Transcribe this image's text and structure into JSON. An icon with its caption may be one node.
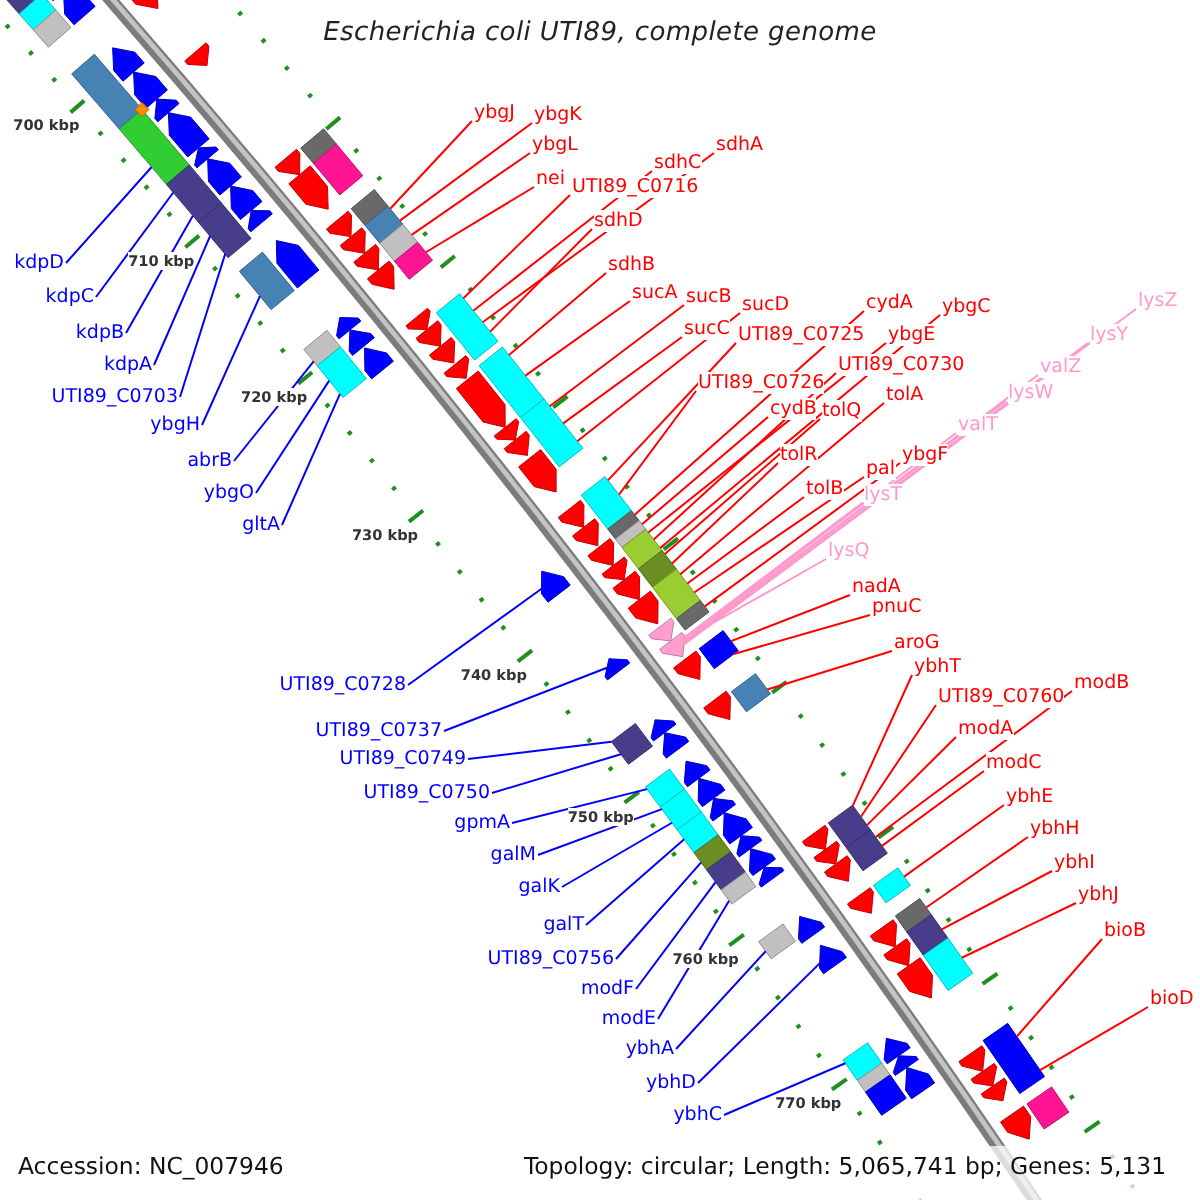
{
  "diagram": {
    "title": "Escherichia coli UTI89, complete genome",
    "nodes": [
      {
        "text": [
          "kdpD"
        ]
      },
      {
        "text": [
          "kdpC"
        ]
      },
      {
        "text": [
          "kdpB"
        ]
      },
      {
        "text": [
          "kdpA"
        ]
      },
      {
        "text": [
          "UTI89_C0703"
        ]
      },
      {
        "text": [
          "ybgH"
        ]
      },
      {
        "text": [
          "abrB"
        ]
      },
      {
        "text": [
          "ybgO"
        ]
      },
      {
        "text": [
          "gltA"
        ]
      },
      {
        "text": [
          "ybgJ"
        ]
      },
      {
        "text": [
          "ybgK"
        ]
      },
      {
        "text": [
          "ybgL"
        ]
      },
      {
        "text": [
          "nei"
        ]
      },
      {
        "text": [
          "UTI89_C0716"
        ]
      },
      {
        "text": [
          "sdhC"
        ]
      },
      {
        "text": [
          "sdhA"
        ]
      },
      {
        "text": [
          "sdhD"
        ]
      },
      {
        "text": [
          "sdhB"
        ]
      },
      {
        "text": [
          "sucA"
        ]
      },
      {
        "text": [
          "sucB"
        ]
      },
      {
        "text": [
          "sucC"
        ]
      },
      {
        "text": [
          "sucD"
        ]
      },
      {
        "text": [
          "UTI89_C0725"
        ]
      },
      {
        "text": [
          "cydA"
        ]
      },
      {
        "text": [
          "ybgC"
        ]
      },
      {
        "text": [
          "ybgE"
        ]
      },
      {
        "text": [
          "UTI89_C0726"
        ]
      },
      {
        "text": [
          "UTI89_C0730"
        ]
      },
      {
        "text": [
          "cydB"
        ]
      },
      {
        "text": [
          "tolQ"
        ]
      },
      {
        "text": [
          "tolA"
        ]
      },
      {
        "text": [
          "tolR"
        ]
      },
      {
        "text": [
          "ybgF"
        ]
      },
      {
        "text": [
          "pal"
        ]
      },
      {
        "text": [
          "tolB"
        ]
      },
      {
        "text": [
          "lysT"
        ]
      },
      {
        "text": [
          "valT"
        ]
      },
      {
        "text": [
          "lysW"
        ]
      },
      {
        "text": [
          "valZ"
        ]
      },
      {
        "text": [
          "lysY"
        ]
      },
      {
        "text": [
          "lysZ"
        ]
      },
      {
        "text": [
          "lysQ"
        ]
      },
      {
        "text": [
          "nadA"
        ]
      },
      {
        "text": [
          "pnuC"
        ]
      },
      {
        "text": [
          "aroG"
        ]
      },
      {
        "text": [
          "ybhT"
        ]
      },
      {
        "text": [
          "UTI89_C0760"
        ]
      },
      {
        "text": [
          "modB"
        ]
      },
      {
        "text": [
          "modA"
        ]
      },
      {
        "text": [
          "modC"
        ]
      },
      {
        "text": [
          "ybhE"
        ]
      },
      {
        "text": [
          "ybhH"
        ]
      },
      {
        "text": [
          "ybhI"
        ]
      },
      {
        "text": [
          "ybhJ"
        ]
      },
      {
        "text": [
          "bioB"
        ]
      },
      {
        "text": [
          "bioD"
        ]
      },
      {
        "text": [
          "UTI89_C0728"
        ]
      },
      {
        "text": [
          "UTI89_C0737"
        ]
      },
      {
        "text": [
          "UTI89_C0749"
        ]
      },
      {
        "text": [
          "UTI89_C0750"
        ]
      },
      {
        "text": [
          "gpmA"
        ]
      },
      {
        "text": [
          "galM"
        ]
      },
      {
        "text": [
          "galK"
        ]
      },
      {
        "text": [
          "galT"
        ]
      },
      {
        "text": [
          "UTI89_C0756"
        ]
      },
      {
        "text": [
          "modF"
        ]
      },
      {
        "text": [
          "modE"
        ]
      },
      {
        "text": [
          "ybhA"
        ]
      },
      {
        "text": [
          "ybhD"
        ]
      },
      {
        "text": [
          "ybhC"
        ]
      },
      {
        "text": [],
        "shape": "box"
      },
      {
        "text": [],
        "shape": "arrow"
      },
      {
        "text": [],
        "shape": "box"
      },
      {
        "text": [],
        "shape": "arrow"
      },
      {
        "text": [],
        "shape": "box"
      },
      {
        "text": [],
        "shape": "arrow"
      },
      {
        "text": [],
        "shape": "box"
      },
      {
        "text": [],
        "shape": "arrow"
      },
      {
        "text": [],
        "shape": "arrow"
      },
      {
        "text": [],
        "shape": "arrow"
      },
      {
        "text": [],
        "shape": "box"
      },
      {
        "text": [],
        "shape": "diamond"
      },
      {
        "text": [],
        "shape": "arrow"
      },
      {
        "text": [],
        "shape": "arrow"
      },
      {
        "text": [],
        "shape": "arrow"
      },
      {
        "text": [],
        "shape": "box"
      },
      {
        "text": [],
        "shape": "arrow"
      },
      {
        "text": [],
        "shape": "arrow"
      },
      {
        "text": [],
        "shape": "box"
      },
      {
        "text": [],
        "shape": "arrow"
      },
      {
        "text": [],
        "shape": "box"
      },
      {
        "text": [],
        "shape": "arrow"
      },
      {
        "text": [],
        "shape": "arrow"
      },
      {
        "text": [],
        "shape": "box"
      },
      {
        "text": [],
        "shape": "arrow"
      },
      {
        "text": [],
        "shape": "box"
      },
      {
        "text": [],
        "shape": "arrow"
      },
      {
        "text": [],
        "shape": "box"
      },
      {
        "text": [],
        "shape": "arrow"
      },
      {
        "text": [],
        "shape": "box"
      },
      {
        "text": [],
        "shape": "arrow"
      },
      {
        "text": [],
        "shape": "box"
      },
      {
        "text": [],
        "shape": "arrow"
      },
      {
        "text": [],
        "shape": "box"
      },
      {
        "text": [],
        "shape": "arrow"
      },
      {
        "text": [],
        "shape": "box"
      },
      {
        "text": [],
        "shape": "arrow"
      },
      {
        "text": [],
        "shape": "box"
      },
      {
        "text": [],
        "shape": "arrow"
      },
      {
        "text": [],
        "shape": "arrow"
      },
      {
        "text": [],
        "shape": "box"
      },
      {
        "text": [],
        "shape": "arrow"
      },
      {
        "text": [],
        "shape": "arrow"
      },
      {
        "text": [],
        "shape": "arrow"
      },
      {
        "text": [],
        "shape": "box"
      },
      {
        "text": [],
        "shape": "arrow"
      },
      {
        "text": [],
        "shape": "arrow"
      },
      {
        "text": [],
        "shape": "box"
      },
      {
        "text": [],
        "shape": "arrow"
      },
      {
        "text": [],
        "shape": "arrow"
      },
      {
        "text": [],
        "shape": "box"
      },
      {
        "text": [],
        "shape": "arrow"
      },
      {
        "text": [],
        "shape": "arrow"
      },
      {
        "text": [],
        "shape": "arrow"
      },
      {
        "text": [],
        "shape": "box"
      },
      {
        "text": [],
        "shape": "arrow"
      },
      {
        "text": [],
        "shape": "box"
      },
      {
        "text": [],
        "shape": "box"
      },
      {
        "text": [],
        "shape": "arrow"
      },
      {
        "text": [],
        "shape": "arrow"
      },
      {
        "text": [],
        "shape": "box"
      },
      {
        "text": [],
        "shape": "box"
      },
      {
        "text": [],
        "shape": "arrow"
      },
      {
        "text": [],
        "shape": "arrow"
      },
      {
        "text": [],
        "shape": "box"
      },
      {
        "text": [],
        "shape": "arrow"
      },
      {
        "text": [],
        "shape": "arrow"
      },
      {
        "text": [],
        "shape": "arrow"
      },
      {
        "text": [],
        "shape": "box"
      },
      {
        "text": [],
        "shape": "box"
      },
      {
        "text": [],
        "shape": "arrow"
      },
      {
        "text": [],
        "shape": "arrow"
      },
      {
        "text": [],
        "shape": "arrow"
      },
      {
        "text": [],
        "shape": "box"
      },
      {
        "text": [],
        "shape": "box"
      },
      {
        "text": [],
        "shape": "arrow"
      },
      {
        "text": [],
        "shape": "box"
      },
      {
        "text": [],
        "shape": "arrow"
      },
      {
        "text": [],
        "shape": "arrow"
      },
      {
        "text": [],
        "shape": "box"
      },
      {
        "text": [],
        "shape": "arrow"
      },
      {
        "text": [],
        "shape": "box"
      },
      {
        "text": [],
        "shape": "arrow"
      },
      {
        "text": [],
        "shape": "box"
      },
      {
        "text": [],
        "shape": "arrow"
      },
      {
        "text": [],
        "shape": "box"
      },
      {
        "text": [],
        "shape": "arrow"
      },
      {
        "text": [],
        "shape": "arrow"
      },
      {
        "text": [],
        "shape": "box"
      },
      {
        "text": [],
        "shape": "arrow"
      },
      {
        "text": [],
        "shape": "box"
      },
      {
        "text": [],
        "shape": "arrow"
      },
      {
        "text": [],
        "shape": "box"
      },
      {
        "text": [],
        "shape": "arrow"
      },
      {
        "text": [],
        "shape": "arrow"
      },
      {
        "text": [],
        "shape": "box"
      },
      {
        "text": [],
        "shape": "arrow"
      },
      {
        "text": [],
        "shape": "box"
      },
      {
        "text": [],
        "shape": "arrow"
      },
      {
        "text": [],
        "shape": "box"
      },
      {
        "text": [],
        "shape": "arrow"
      },
      {
        "text": [],
        "shape": "arrow"
      },
      {
        "text": [],
        "shape": "box"
      },
      {
        "text": [],
        "shape": "box"
      },
      {
        "text": [],
        "shape": "arrow"
      },
      {
        "text": [],
        "shape": "box"
      },
      {
        "text": [],
        "shape": "arrow"
      },
      {
        "text": [],
        "shape": "box"
      },
      {
        "text": [],
        "shape": "arrow"
      },
      {
        "text": [],
        "shape": "box"
      },
      {
        "text": [],
        "shape": "arrow"
      },
      {
        "text": [],
        "shape": "arrow"
      },
      {
        "text": [],
        "shape": "box"
      },
      {
        "text": [],
        "shape": "arrow"
      },
      {
        "text": [],
        "shape": "arrow"
      },
      {
        "text": [],
        "shape": "box"
      }
    ],
    "edges": [
      {
        "from": 0,
        "to": 80,
        "arrow": "none",
        "color": "#0000ff"
      },
      {
        "from": 1,
        "to": 85,
        "arrow": "none",
        "color": "#0000ff"
      },
      {
        "from": 2,
        "to": 85,
        "arrow": "none",
        "color": "#0000ff"
      },
      {
        "from": 3,
        "to": 88,
        "arrow": "none",
        "color": "#0000ff"
      },
      {
        "from": 4,
        "to": 88,
        "arrow": "none",
        "color": "#0000ff"
      },
      {
        "from": 5,
        "to": 95,
        "arrow": "none",
        "color": "#0000ff"
      },
      {
        "from": 6,
        "to": 105,
        "arrow": "none",
        "color": "#0000ff"
      },
      {
        "from": 7,
        "to": 107,
        "arrow": "none",
        "color": "#0000ff"
      },
      {
        "from": 8,
        "to": 107,
        "arrow": "none",
        "color": "#0000ff"
      },
      {
        "from": 9,
        "to": 99,
        "arrow": "none"
      },
      {
        "from": 10,
        "to": 99,
        "arrow": "none"
      },
      {
        "from": 11,
        "to": 101,
        "arrow": "none"
      },
      {
        "from": 12,
        "to": 103,
        "arrow": "none"
      },
      {
        "from": 13,
        "to": 110,
        "arrow": "none"
      },
      {
        "from": 14,
        "to": 110,
        "arrow": "none"
      },
      {
        "from": 15,
        "to": 110,
        "arrow": "none"
      },
      {
        "from": 16,
        "to": 110,
        "arrow": "none"
      },
      {
        "from": 17,
        "to": 114,
        "arrow": "none"
      },
      {
        "from": 18,
        "to": 114,
        "arrow": "none"
      },
      {
        "from": 19,
        "to": 117,
        "arrow": "none"
      },
      {
        "from": 20,
        "to": 117,
        "arrow": "none"
      },
      {
        "from": 21,
        "to": 117,
        "arrow": "none"
      },
      {
        "from": 22,
        "to": 120,
        "arrow": "none"
      },
      {
        "from": 23,
        "to": 124,
        "arrow": "none"
      },
      {
        "from": 24,
        "to": 127,
        "arrow": "none"
      },
      {
        "from": 25,
        "to": 127,
        "arrow": "none"
      },
      {
        "from": 26,
        "to": 120,
        "arrow": "none"
      },
      {
        "from": 27,
        "to": 127,
        "arrow": "none"
      },
      {
        "from": 28,
        "to": 126,
        "arrow": "none"
      },
      {
        "from": 29,
        "to": 130,
        "arrow": "none"
      },
      {
        "from": 30,
        "to": 131,
        "arrow": "none"
      },
      {
        "from": 31,
        "to": 130,
        "arrow": "none"
      },
      {
        "from": 32,
        "to": 134,
        "arrow": "none"
      },
      {
        "from": 33,
        "to": 131,
        "arrow": "none"
      },
      {
        "from": 34,
        "to": 131,
        "arrow": "none"
      },
      {
        "from": 35,
        "to": 136,
        "arrow": "none",
        "color": "#ff99cc"
      },
      {
        "from": 36,
        "to": 136,
        "arrow": "none",
        "color": "#ff99cc"
      },
      {
        "from": 37,
        "to": 136,
        "arrow": "none",
        "color": "#ff99cc"
      },
      {
        "from": 38,
        "to": 136,
        "arrow": "none",
        "color": "#ff99cc"
      },
      {
        "from": 39,
        "to": 136,
        "arrow": "none",
        "color": "#ff99cc"
      },
      {
        "from": 40,
        "to": 136,
        "arrow": "none",
        "color": "#ff99cc"
      },
      {
        "from": 41,
        "to": 136,
        "arrow": "none",
        "color": "#ff99cc"
      },
      {
        "from": 42,
        "to": 138,
        "arrow": "none"
      },
      {
        "from": 43,
        "to": 138,
        "arrow": "none"
      },
      {
        "from": 44,
        "to": 143,
        "arrow": "none"
      },
      {
        "from": 45,
        "to": 158,
        "arrow": "none"
      },
      {
        "from": 46,
        "to": 158,
        "arrow": "none"
      },
      {
        "from": 47,
        "to": 160,
        "arrow": "none"
      },
      {
        "from": 48,
        "to": 158,
        "arrow": "none"
      },
      {
        "from": 49,
        "to": 160,
        "arrow": "none"
      },
      {
        "from": 50,
        "to": 165,
        "arrow": "none"
      },
      {
        "from": 51,
        "to": 167,
        "arrow": "none"
      },
      {
        "from": 52,
        "to": 169,
        "arrow": "none"
      },
      {
        "from": 53,
        "to": 172,
        "arrow": "none"
      },
      {
        "from": 54,
        "to": 179,
        "arrow": "none"
      },
      {
        "from": 55,
        "to": 182,
        "arrow": "none"
      },
      {
        "from": 56,
        "to": 123,
        "arrow": "none",
        "color": "#0000ff"
      },
      {
        "from": 57,
        "to": 133,
        "arrow": "none",
        "color": "#0000ff"
      },
      {
        "from": 58,
        "to": 139,
        "arrow": "none",
        "color": "#0000ff"
      },
      {
        "from": 59,
        "to": 139,
        "arrow": "none",
        "color": "#0000ff"
      },
      {
        "from": 60,
        "to": 144,
        "arrow": "none",
        "color": "#0000ff"
      },
      {
        "from": 61,
        "to": 146,
        "arrow": "none",
        "color": "#0000ff"
      },
      {
        "from": 62,
        "to": 146,
        "arrow": "none",
        "color": "#0000ff"
      },
      {
        "from": 63,
        "to": 149,
        "arrow": "none",
        "color": "#0000ff"
      },
      {
        "from": 64,
        "to": 151,
        "arrow": "none",
        "color": "#0000ff"
      },
      {
        "from": 65,
        "to": 153,
        "arrow": "none",
        "color": "#0000ff"
      },
      {
        "from": 66,
        "to": 155,
        "arrow": "none",
        "color": "#0000ff"
      },
      {
        "from": 67,
        "to": 162,
        "arrow": "none",
        "color": "#0000ff"
      },
      {
        "from": 68,
        "to": 166,
        "arrow": "none",
        "color": "#0000ff"
      },
      {
        "from": 69,
        "to": 173,
        "arrow": "none",
        "color": "#0000ff"
      }
    ],
    "labels": [
      "700 kbp",
      "710 kbp",
      "720 kbp",
      "730 kbp",
      "740 kbp",
      "750 kbp",
      "760 kbp",
      "770 kbp",
      "Accession: NC_007946",
      "Topology: circular; Length: 5,065,741 bp; Genes: 5,131"
    ]
  }
}
